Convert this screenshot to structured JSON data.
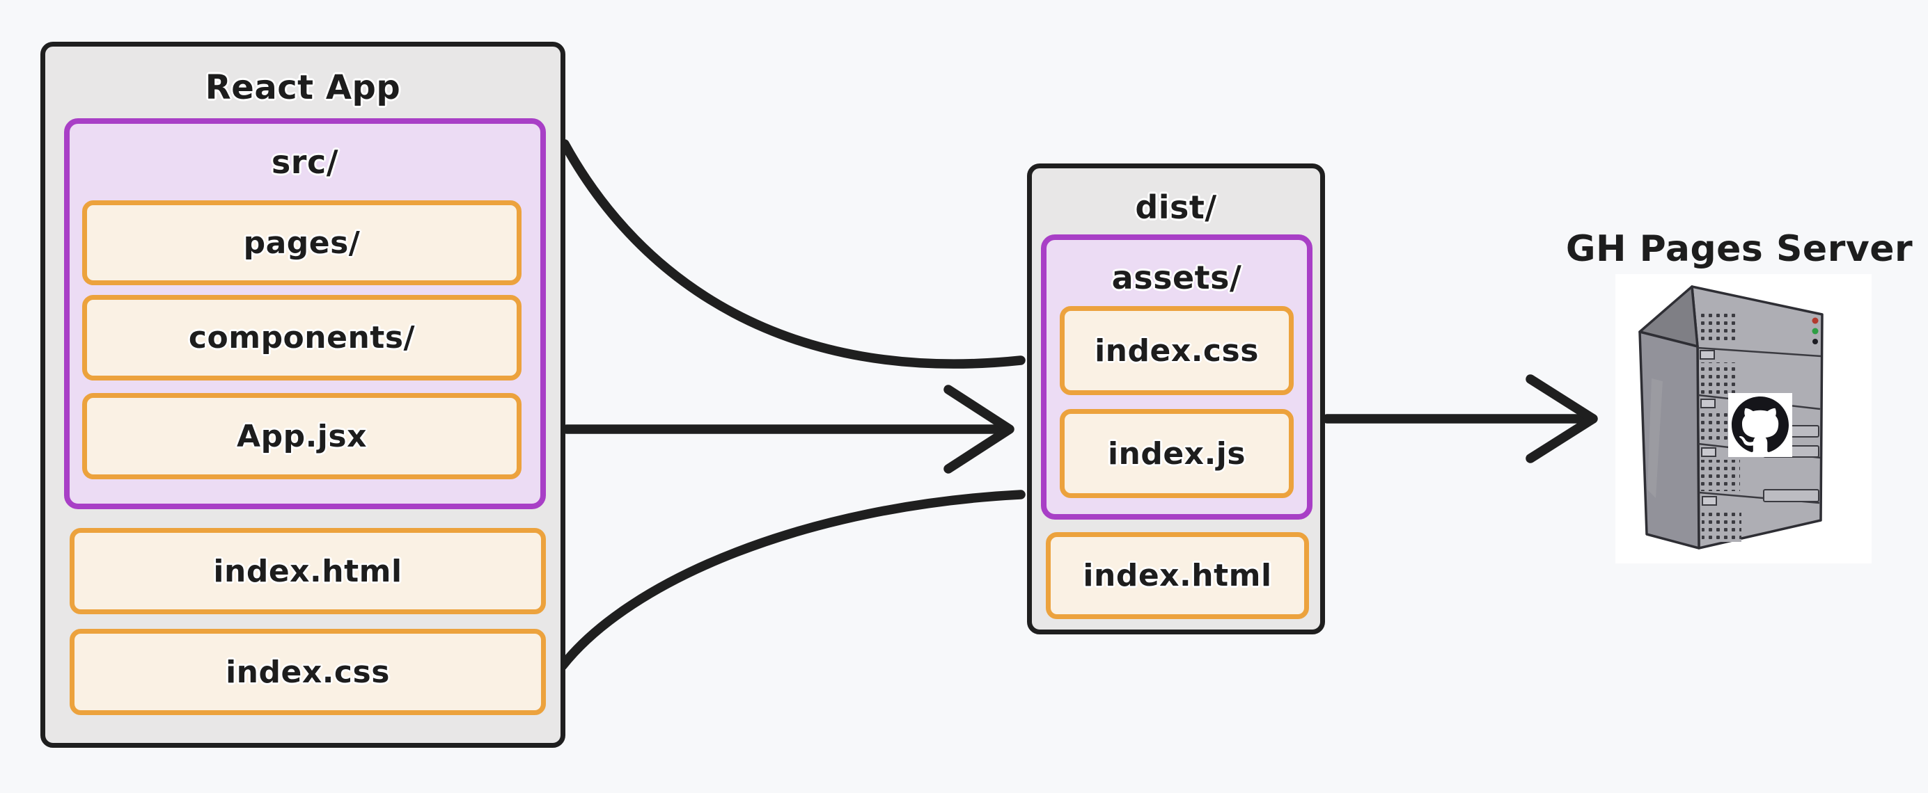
{
  "diagram": {
    "background": "#f7f8fa",
    "react_app": {
      "title": "React App",
      "src_folder": {
        "label": "src/",
        "items": [
          {
            "label": "pages/"
          },
          {
            "label": "components/"
          },
          {
            "label": "App.jsx"
          }
        ]
      },
      "files": [
        {
          "label": "index.html"
        },
        {
          "label": "index.css"
        }
      ]
    },
    "dist": {
      "title": "dist/",
      "assets_folder": {
        "label": "assets/",
        "items": [
          {
            "label": "index.css"
          },
          {
            "label": "index.js"
          }
        ]
      },
      "files": [
        {
          "label": "index.html"
        }
      ]
    },
    "server": {
      "title": "GH Pages Server",
      "icon": "github-octocat-icon"
    },
    "arrows": [
      {
        "name": "src-to-dist"
      },
      {
        "name": "appjsx-to-dist"
      },
      {
        "name": "indexcss-to-dist"
      },
      {
        "name": "dist-to-server"
      }
    ],
    "colors": {
      "background": "#f7f8fa",
      "container_fill": "#e8e7e7",
      "container_stroke": "#1f1f1f",
      "folder_fill": "#ecdcf4",
      "folder_stroke": "#a83fc6",
      "file_fill": "#faf1e4",
      "file_stroke": "#eca23d",
      "arrow": "#1f1f1f",
      "text": "#1d1d1d"
    }
  }
}
